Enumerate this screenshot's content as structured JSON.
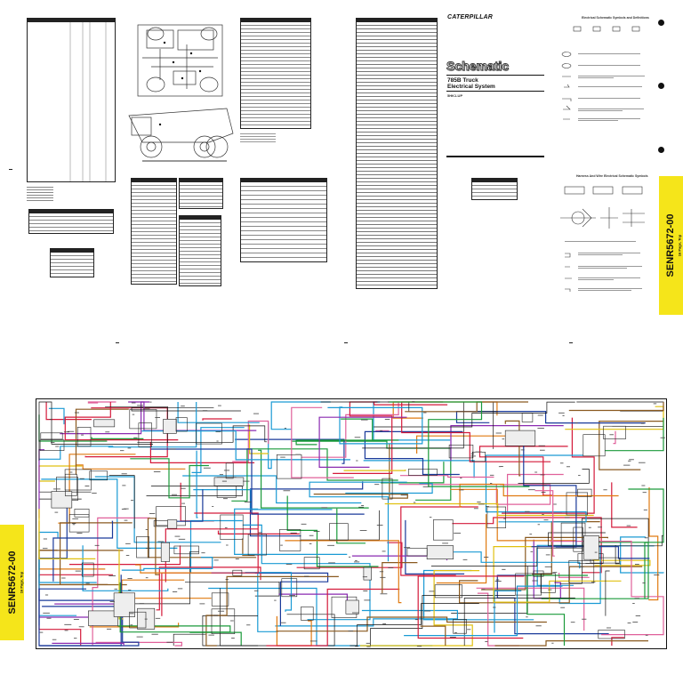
{
  "document": {
    "brand": "CATERPILLAR",
    "title": "Schematic",
    "subtitle_line1": "785B Truck",
    "subtitle_line2": "Electrical System",
    "serial": "5HK1-UP",
    "symbols_heading": "Electrical Schematic Symbols and Definitions",
    "harness_heading": "Harness And Wire Electrical Schematic Symbols",
    "form_number": "SENR5672-00",
    "pages_note": "16 Page, Top",
    "colors": {
      "yellow": "#f5e51a",
      "wire_red": "#d41a3a",
      "wire_blue": "#1a9ad4",
      "wire_dark_blue": "#1a3a9a",
      "wire_green": "#1a9a3a",
      "wire_orange": "#e07a10",
      "wire_purple": "#8a2ab0",
      "wire_pink": "#e0609a",
      "wire_yellow": "#e0c010",
      "wire_brown": "#8a5a20",
      "wire_black": "#111111"
    }
  }
}
